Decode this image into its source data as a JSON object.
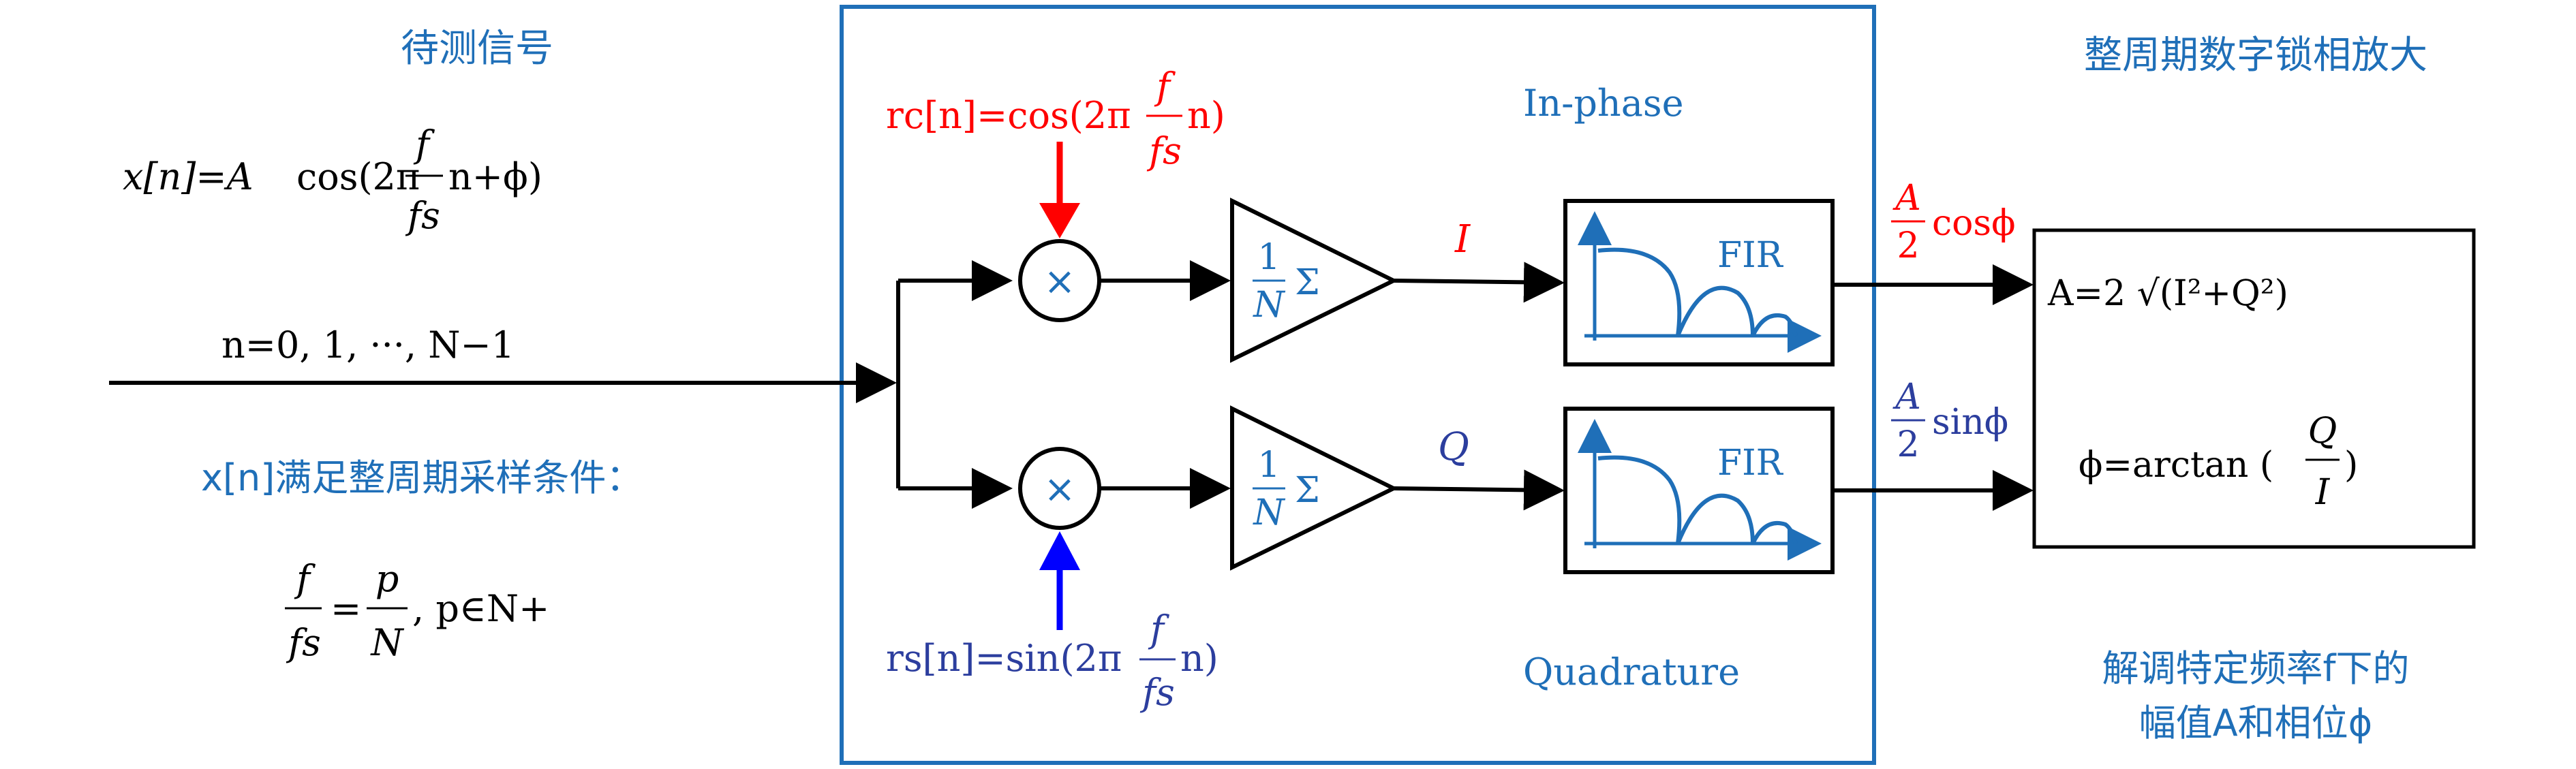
{
  "colors": {
    "black": "#000000",
    "blue": "#1f6fb8",
    "red": "#ff0000",
    "pure_blue": "#0000ff",
    "navy": "#2c3e9e"
  },
  "left": {
    "heading": "待测信号",
    "signal_lhs": "x[n]=A",
    "signal_cos": "cos(2π",
    "signal_frac_num": "f",
    "signal_frac_den": "fs",
    "signal_tail": "n+ϕ)",
    "n_range": "n=0, 1, ···, N−1",
    "condition_heading": "x[n]满足整周期采样条件：",
    "cond_f": "f",
    "cond_fs": "fs",
    "cond_eq": "=",
    "cond_p": "p",
    "cond_N": "N",
    "cond_tail": ", p∈N+"
  },
  "center": {
    "ref_cos_prefix": "rc[n]=cos(2π",
    "ref_cos_num": "f",
    "ref_cos_den": "fs",
    "ref_cos_tail": "n)",
    "ref_sin_prefix": "rs[n]=sin(2π",
    "ref_sin_num": "f",
    "ref_sin_den": "fs",
    "ref_sin_tail": "n)",
    "inphase_label": "In-phase",
    "quadrature_label": "Quadrature",
    "multiplier_symbol": "×",
    "avg_num": "1",
    "avg_den": "N",
    "avg_sum": "Σ",
    "i_label": "I",
    "q_label": "Q",
    "fir_label": "FIR"
  },
  "right": {
    "heading": "整周期数字锁相放大",
    "out_cos_num": "A",
    "out_cos_den": "2",
    "out_cos_tail": "cosϕ",
    "out_sin_num": "A",
    "out_sin_den": "2",
    "out_sin_tail": "sinϕ",
    "amp_formula": "A=2 √(I²+Q²)",
    "phase_prefix": "ϕ=arctan (",
    "phase_num": "Q",
    "phase_den": "I",
    "phase_suffix": ")",
    "caption_line1": "解调特定频率f下的",
    "caption_line2": "幅值A和相位ϕ"
  }
}
